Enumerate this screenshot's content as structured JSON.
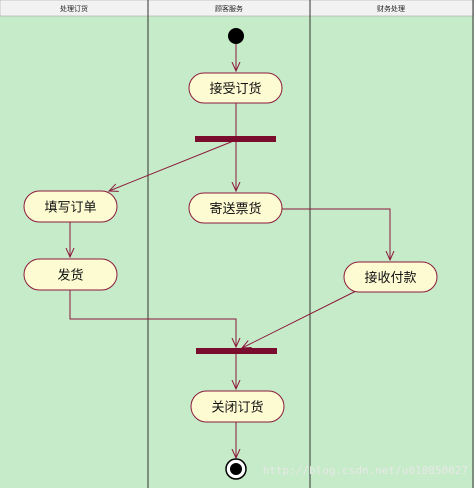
{
  "swimlanes": [
    {
      "id": "lane-order",
      "title": "处理订货"
    },
    {
      "id": "lane-customer",
      "title": "顾客服务"
    },
    {
      "id": "lane-finance",
      "title": "财务处理"
    }
  ],
  "nodes": {
    "start": {
      "type": "initial"
    },
    "accept": {
      "type": "action",
      "label": "接受订货"
    },
    "fork": {
      "type": "bar"
    },
    "fill": {
      "type": "action",
      "label": "填写订单"
    },
    "send": {
      "type": "action",
      "label": "寄送票货"
    },
    "ship": {
      "type": "action",
      "label": "发货"
    },
    "pay": {
      "type": "action",
      "label": "接收付款"
    },
    "join": {
      "type": "bar"
    },
    "close": {
      "type": "action",
      "label": "关闭订货"
    },
    "end": {
      "type": "final"
    }
  },
  "edges": [
    [
      "start",
      "accept"
    ],
    [
      "accept",
      "fork"
    ],
    [
      "fork",
      "fill"
    ],
    [
      "fork",
      "send"
    ],
    [
      "fill",
      "ship"
    ],
    [
      "send",
      "pay"
    ],
    [
      "ship",
      "join"
    ],
    [
      "pay",
      "join"
    ],
    [
      "join",
      "close"
    ],
    [
      "close",
      "end"
    ]
  ],
  "watermark": "http://blog.csdn.net/u010850027",
  "colors": {
    "background": "#c6ebc8",
    "header": "#f2f2f2",
    "action_fill": "#fdfbd2",
    "line": "#8b1a3c",
    "bar": "#7a0d2e",
    "lane_divider": "#333333"
  }
}
